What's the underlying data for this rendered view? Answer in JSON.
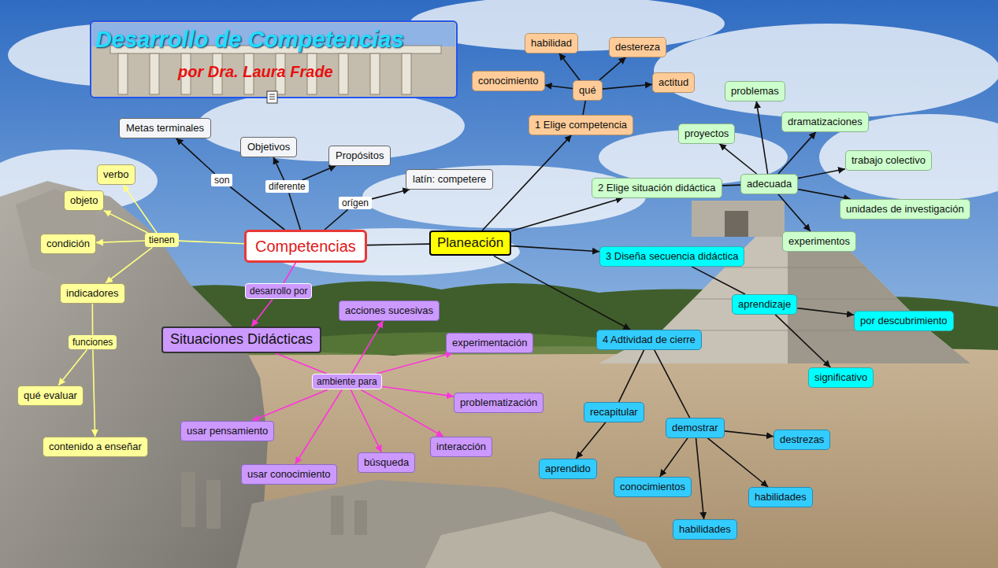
{
  "diagram": {
    "title": "Desarrollo de Competencias",
    "nodes": [
      {
        "text": [
          "Competencias"
        ]
      },
      {
        "text": [
          "Metas terminales"
        ]
      },
      {
        "text": [
          "son"
        ]
      },
      {
        "text": [
          "Objetivos"
        ]
      },
      {
        "text": [
          "diferente"
        ]
      },
      {
        "text": [
          "Propósitos"
        ]
      },
      {
        "text": [
          "orígen"
        ]
      },
      {
        "text": [
          "latín: competere"
        ]
      },
      {
        "text": [
          "tienen"
        ]
      },
      {
        "text": [
          "verbo"
        ]
      },
      {
        "text": [
          "objeto"
        ]
      },
      {
        "text": [
          "condición"
        ]
      },
      {
        "text": [
          "indicadores"
        ]
      },
      {
        "text": [
          "funciones"
        ]
      },
      {
        "text": [
          "qué evaluar"
        ]
      },
      {
        "text": [
          "contenido a enseñar"
        ]
      },
      {
        "text": [
          "desarrollo por"
        ]
      },
      {
        "text": [
          "Situaciones Didácticas"
        ]
      },
      {
        "text": [
          "ambiente para"
        ]
      },
      {
        "text": [
          "acciones sucesivas"
        ]
      },
      {
        "text": [
          "experimentación"
        ]
      },
      {
        "text": [
          "problematización"
        ]
      },
      {
        "text": [
          "interacción"
        ]
      },
      {
        "text": [
          "búsqueda"
        ]
      },
      {
        "text": [
          "usar conocimiento"
        ]
      },
      {
        "text": [
          "usar pensamiento"
        ]
      },
      {
        "text": [
          "Planeación"
        ]
      },
      {
        "text": [
          "1 Elige competencia"
        ]
      },
      {
        "text": [
          "qué"
        ]
      },
      {
        "text": [
          "conocimiento"
        ]
      },
      {
        "text": [
          "habilidad"
        ]
      },
      {
        "text": [
          "destereza"
        ]
      },
      {
        "text": [
          "actitud"
        ]
      },
      {
        "text": [
          "2 Elige situación didáctica"
        ]
      },
      {
        "text": [
          "adecuada"
        ]
      },
      {
        "text": [
          "problemas"
        ]
      },
      {
        "text": [
          "proyectos"
        ]
      },
      {
        "text": [
          "dramatizaciones"
        ]
      },
      {
        "text": [
          "trabajo colectivo"
        ]
      },
      {
        "text": [
          "unidades de investigación"
        ]
      },
      {
        "text": [
          "experimentos"
        ]
      },
      {
        "text": [
          "3 Diseña secuencia didáctica"
        ]
      },
      {
        "text": [
          "aprendizaje"
        ]
      },
      {
        "text": [
          "por descubrimiento"
        ]
      },
      {
        "text": [
          "significativo"
        ]
      },
      {
        "text": [
          "4 Adtividad de cierre"
        ]
      },
      {
        "text": [
          "recapitular"
        ]
      },
      {
        "text": [
          "aprendido"
        ]
      },
      {
        "text": [
          "demostrar"
        ]
      },
      {
        "text": [
          "destrezas"
        ]
      },
      {
        "text": [
          "conocimientos"
        ]
      },
      {
        "text": [
          "habilidades"
        ]
      },
      {
        "text": [
          "habilidades"
        ]
      }
    ],
    "edges": [
      {
        "from": 0,
        "to": 2,
        "arrow": "none"
      },
      {
        "from": 2,
        "to": 1,
        "arrow": "to"
      },
      {
        "from": 0,
        "to": 4,
        "arrow": "none"
      },
      {
        "from": 4,
        "to": 3,
        "arrow": "to"
      },
      {
        "from": 4,
        "to": 5,
        "arrow": "to"
      },
      {
        "from": 0,
        "to": 6,
        "arrow": "none"
      },
      {
        "from": 6,
        "to": 7,
        "arrow": "to"
      },
      {
        "from": 0,
        "to": 8,
        "arrow": "none"
      },
      {
        "from": 8,
        "to": 9,
        "arrow": "to"
      },
      {
        "from": 8,
        "to": 10,
        "arrow": "to"
      },
      {
        "from": 8,
        "to": 11,
        "arrow": "to"
      },
      {
        "from": 8,
        "to": 12,
        "arrow": "to"
      },
      {
        "from": 12,
        "to": 13,
        "arrow": "none"
      },
      {
        "from": 13,
        "to": 14,
        "arrow": "to"
      },
      {
        "from": 13,
        "to": 15,
        "arrow": "to"
      },
      {
        "from": 0,
        "to": 16,
        "arrow": "none"
      },
      {
        "from": 16,
        "to": 17,
        "arrow": "to"
      },
      {
        "from": 17,
        "to": 18,
        "arrow": "none"
      },
      {
        "from": 18,
        "to": 19,
        "arrow": "to"
      },
      {
        "from": 18,
        "to": 20,
        "arrow": "to"
      },
      {
        "from": 18,
        "to": 21,
        "arrow": "to"
      },
      {
        "from": 18,
        "to": 22,
        "arrow": "to"
      },
      {
        "from": 18,
        "to": 23,
        "arrow": "to"
      },
      {
        "from": 18,
        "to": 24,
        "arrow": "to"
      },
      {
        "from": 18,
        "to": 25,
        "arrow": "to"
      },
      {
        "from": 0,
        "to": 26,
        "arrow": "none"
      },
      {
        "from": 26,
        "to": 27,
        "arrow": "to"
      },
      {
        "from": 27,
        "to": 28,
        "arrow": "none"
      },
      {
        "from": 28,
        "to": 29,
        "arrow": "to"
      },
      {
        "from": 28,
        "to": 30,
        "arrow": "to"
      },
      {
        "from": 28,
        "to": 31,
        "arrow": "to"
      },
      {
        "from": 28,
        "to": 32,
        "arrow": "to"
      },
      {
        "from": 26,
        "to": 33,
        "arrow": "to"
      },
      {
        "from": 33,
        "to": 34,
        "arrow": "none"
      },
      {
        "from": 34,
        "to": 35,
        "arrow": "to"
      },
      {
        "from": 34,
        "to": 36,
        "arrow": "to"
      },
      {
        "from": 34,
        "to": 37,
        "arrow": "to"
      },
      {
        "from": 34,
        "to": 38,
        "arrow": "to"
      },
      {
        "from": 34,
        "to": 39,
        "arrow": "to"
      },
      {
        "from": 34,
        "to": 40,
        "arrow": "to"
      },
      {
        "from": 26,
        "to": 41,
        "arrow": "to"
      },
      {
        "from": 41,
        "to": 42,
        "arrow": "none"
      },
      {
        "from": 42,
        "to": 43,
        "arrow": "to"
      },
      {
        "from": 42,
        "to": 44,
        "arrow": "to"
      },
      {
        "from": 26,
        "to": 45,
        "arrow": "to"
      },
      {
        "from": 45,
        "to": 46,
        "arrow": "none"
      },
      {
        "from": 46,
        "to": 47,
        "arrow": "to"
      },
      {
        "from": 45,
        "to": 48,
        "arrow": "none"
      },
      {
        "from": 48,
        "to": 49,
        "arrow": "to"
      },
      {
        "from": 48,
        "to": 50,
        "arrow": "to"
      },
      {
        "from": 48,
        "to": 51,
        "arrow": "to"
      },
      {
        "from": 48,
        "to": 52,
        "arrow": "to"
      }
    ],
    "labels": [
      "por Dra. Laura Frade"
    ]
  }
}
